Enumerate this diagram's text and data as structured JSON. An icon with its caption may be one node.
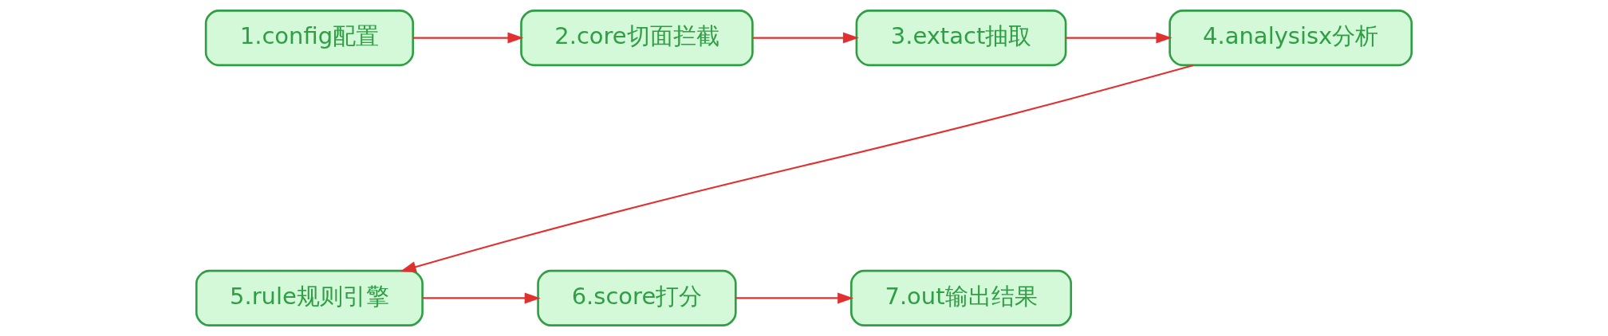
{
  "diagram": {
    "nodes": [
      {
        "text": [
          "1.config配置"
        ]
      },
      {
        "text": [
          "2.core切面拦截"
        ]
      },
      {
        "text": [
          "3.extact抽取"
        ]
      },
      {
        "text": [
          "4.analysisx分析"
        ]
      },
      {
        "text": [
          "5.rule规则引擎"
        ]
      },
      {
        "text": [
          "6.score打分"
        ]
      },
      {
        "text": [
          "7.out输出结果"
        ]
      }
    ],
    "edges": [
      {
        "from": 0,
        "to": 1,
        "arrow": "to"
      },
      {
        "from": 1,
        "to": 2,
        "arrow": "to"
      },
      {
        "from": 2,
        "to": 3,
        "arrow": "to"
      },
      {
        "from": 3,
        "to": 4,
        "arrow": "to"
      },
      {
        "from": 4,
        "to": 5,
        "arrow": "to"
      },
      {
        "from": 5,
        "to": 6,
        "arrow": "to"
      }
    ]
  }
}
